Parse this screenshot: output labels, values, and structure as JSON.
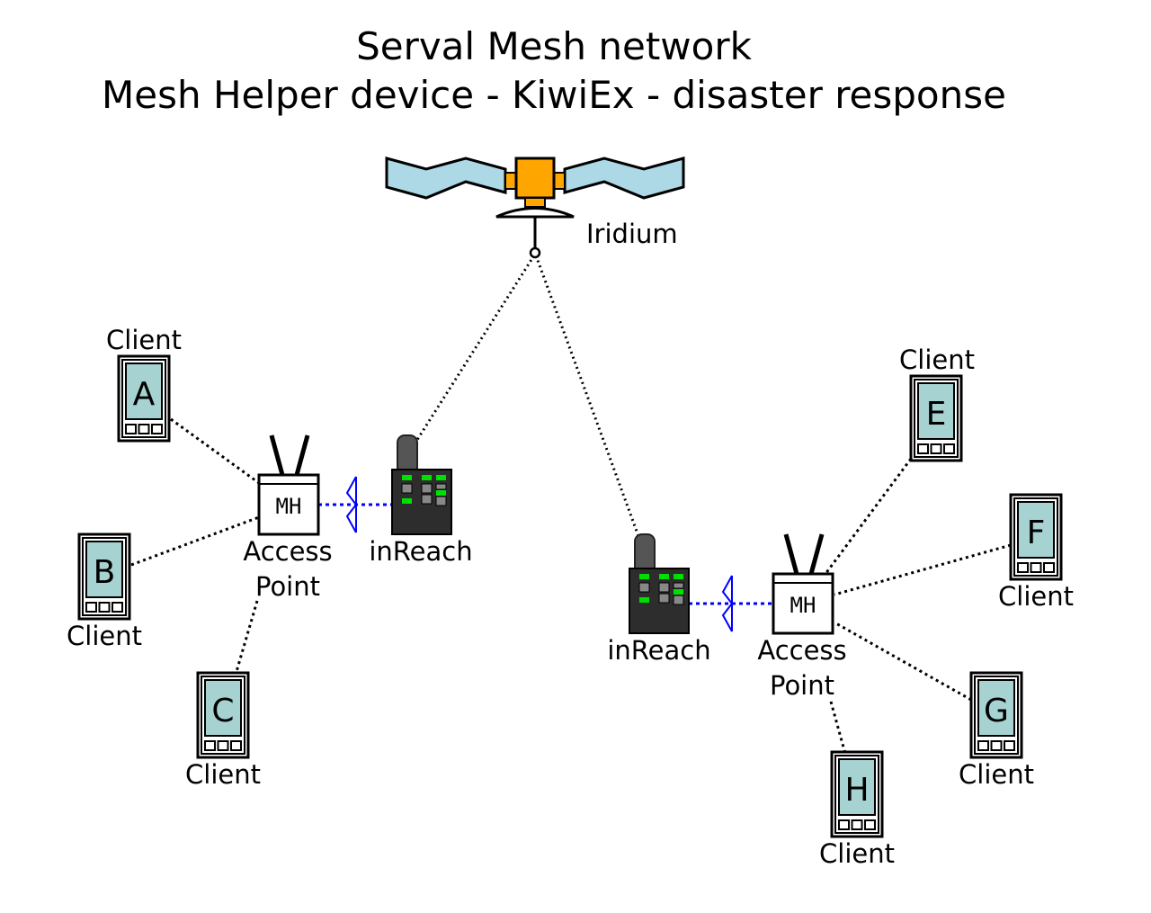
{
  "title": {
    "line1": "Serval Mesh network",
    "line2": "Mesh Helper device - KiwiEx - disaster response"
  },
  "satellite": {
    "label": "Iridium"
  },
  "access_points": [
    {
      "id": "left",
      "badge": "MH",
      "label_line1": "Access",
      "label_line2": "Point"
    },
    {
      "id": "right",
      "badge": "MH",
      "label_line1": "Access",
      "label_line2": "Point"
    }
  ],
  "inreach": [
    {
      "id": "left",
      "label": "inReach"
    },
    {
      "id": "right",
      "label": "inReach"
    }
  ],
  "clients": [
    {
      "letter": "A",
      "label": "Client"
    },
    {
      "letter": "B",
      "label": "Client"
    },
    {
      "letter": "C",
      "label": "Client"
    },
    {
      "letter": "E",
      "label": "Client"
    },
    {
      "letter": "F",
      "label": "Client"
    },
    {
      "letter": "G",
      "label": "Client"
    },
    {
      "letter": "H",
      "label": "Client"
    }
  ],
  "colors": {
    "solar_panel": "#add8e6",
    "satellite_body": "#ffa500",
    "phone_screen": "#a6d2d2",
    "inreach_body": "#2d2d2d",
    "inreach_led": "#00e000",
    "bluetooth_link": "#0000ff"
  }
}
